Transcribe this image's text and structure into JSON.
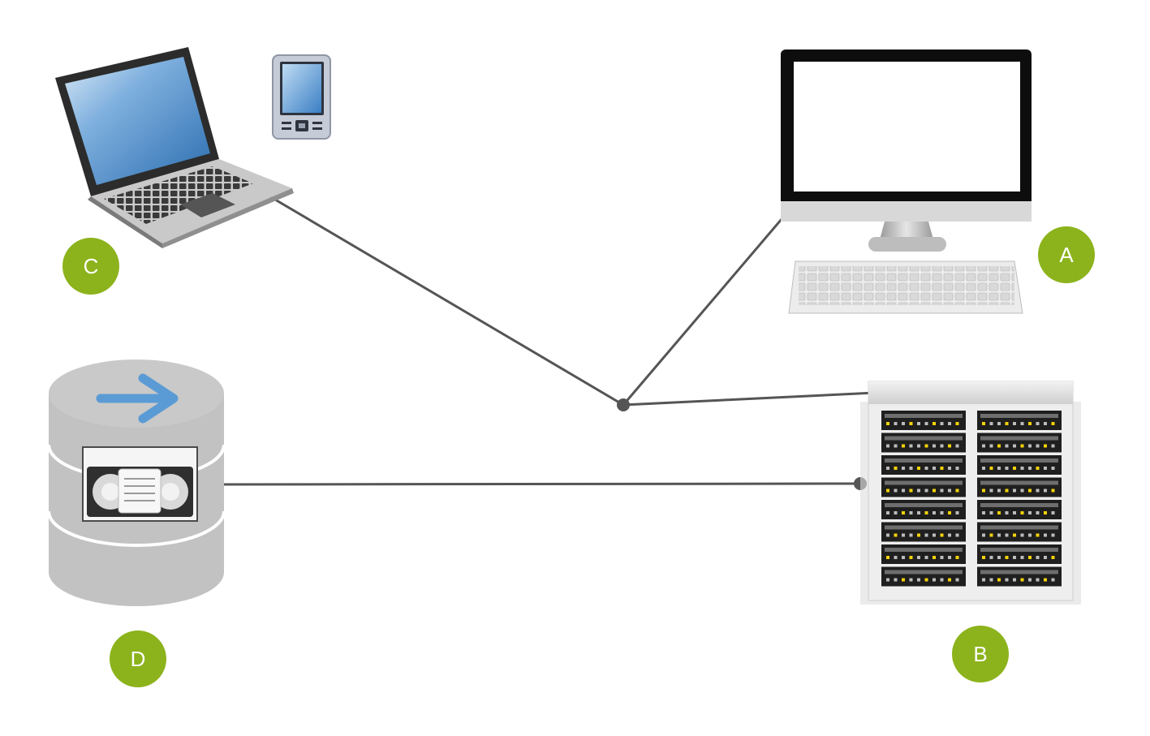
{
  "badges": {
    "a": "A",
    "b": "B",
    "c": "C",
    "d": "D"
  },
  "colors": {
    "badge": "#8cb31c",
    "connector": "#555555",
    "storage": "#c2c2c2",
    "arrow": "#5b9bd5",
    "led": "#f4d20a"
  },
  "icons": {
    "a": "desktop-computer-icon",
    "b": "server-rack-icon",
    "c": "laptop-icon",
    "c2": "mobile-phone-icon",
    "d": "tape-storage-database-icon"
  }
}
